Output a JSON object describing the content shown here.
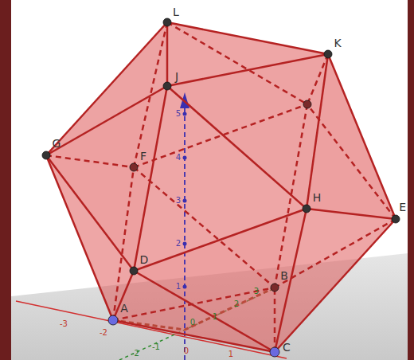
{
  "diagram": {
    "labels": [
      "L",
      "K",
      "J",
      "G",
      "F",
      "H",
      "E",
      "D",
      "B",
      "A",
      "C",
      "5",
      "4",
      "3",
      "2",
      "1",
      "-3",
      "-2",
      "0",
      "1",
      "-2",
      "-1",
      "0",
      "1",
      "2",
      "3"
    ]
  }
}
